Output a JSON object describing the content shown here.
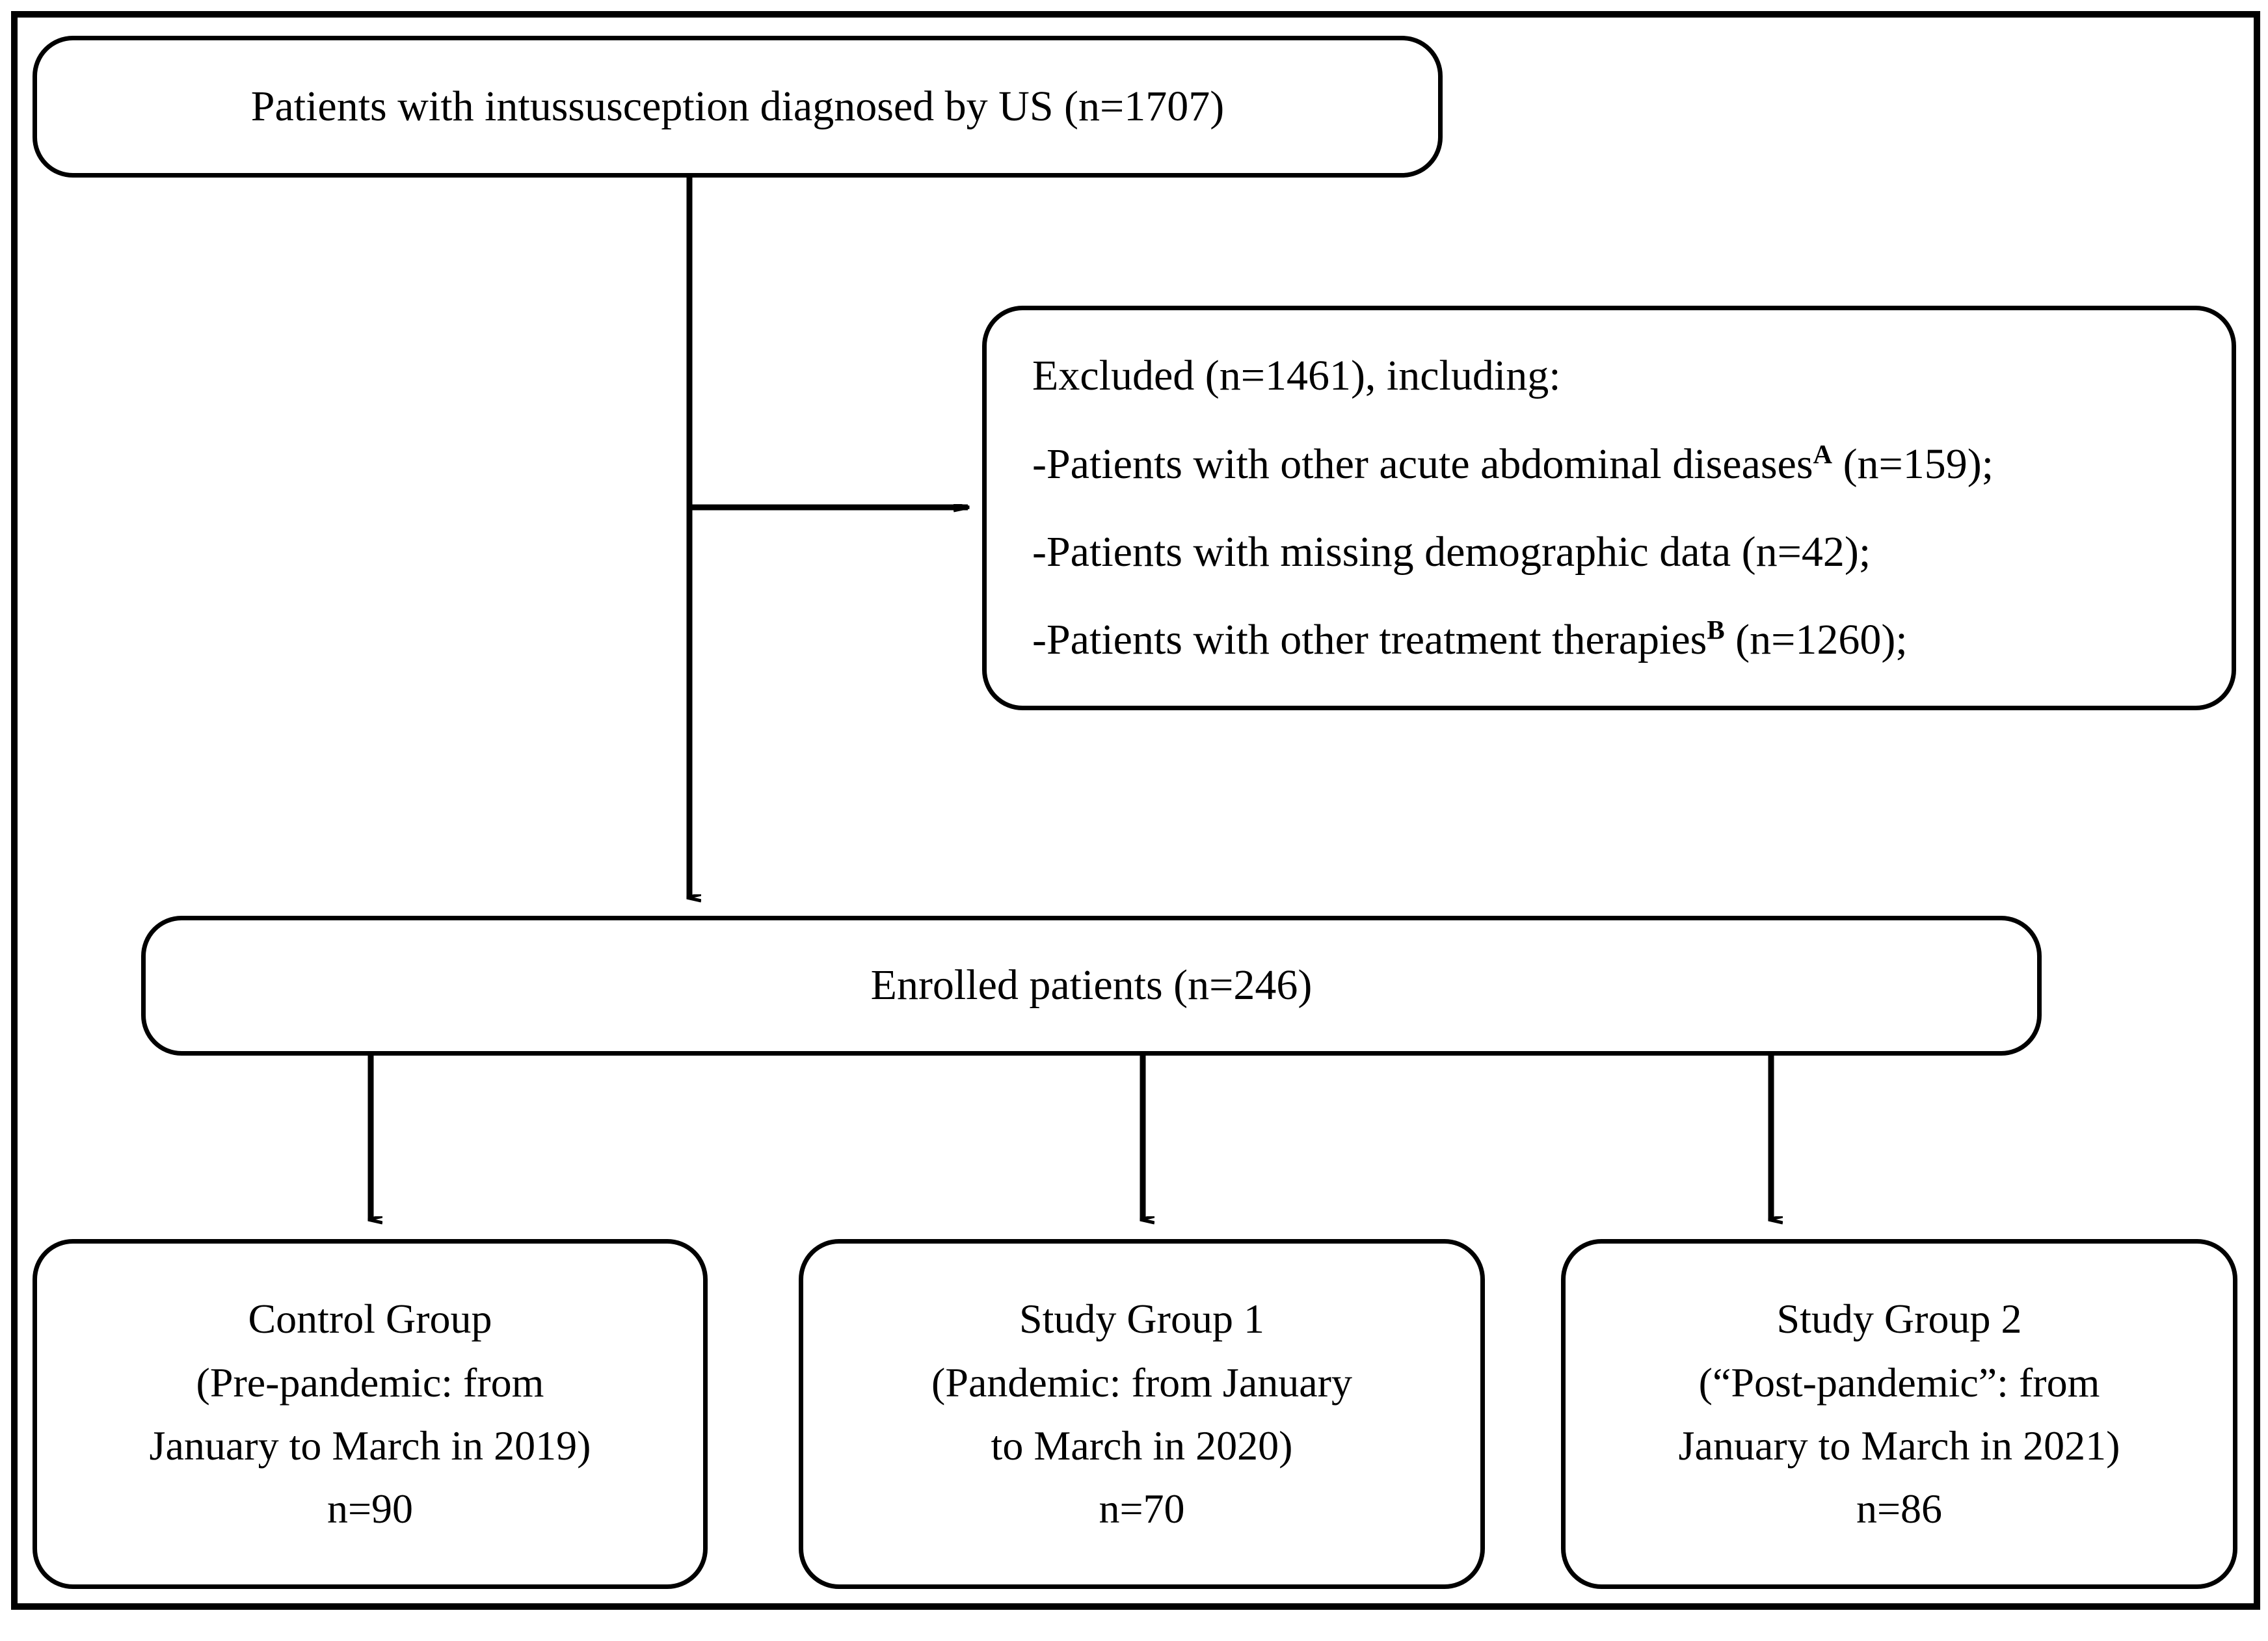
{
  "figure": {
    "type": "flowchart",
    "title": "Patient enrollment flow diagram",
    "frame_color": "#000000",
    "background": "#ffffff"
  },
  "nodes": {
    "screened": {
      "id": "screened",
      "text": "Patients with intussusception diagnosed by US (n=1707)",
      "n": 1707
    },
    "excluded": {
      "id": "excluded",
      "header": "Excluded (n=1461), including:",
      "n": 1461,
      "reasons": [
        {
          "prefix": "-Patients with other acute abdominal diseases",
          "marker": "A",
          "suffix": " (n=159);",
          "n": 159
        },
        {
          "prefix": "-Patients with missing demographic data",
          "marker": "",
          "suffix": " (n=42);",
          "n": 42
        },
        {
          "prefix": "-Patients with other treatment therapies",
          "marker": "B",
          "suffix": " (n=1260);",
          "n": 1260
        }
      ]
    },
    "enrolled": {
      "id": "enrolled",
      "text": "Enrolled patients (n=246)",
      "n": 246
    },
    "control": {
      "id": "control",
      "lines": [
        "Control Group",
        "(Pre-pandemic: from",
        "January to March in 2019)",
        "n=90"
      ],
      "n": 90
    },
    "study1": {
      "id": "study1",
      "lines": [
        "Study Group 1",
        "(Pandemic: from January",
        "to March in 2020)",
        "n=70"
      ],
      "n": 70
    },
    "study2": {
      "id": "study2",
      "lines": [
        "Study Group 2",
        "(“Post-pandemic”: from",
        "January to March in 2021)",
        "n=86"
      ],
      "n": 86
    }
  },
  "edges": [
    {
      "from": "screened",
      "to": "excluded",
      "direction": "right",
      "arrow": true
    },
    {
      "from": "screened",
      "to": "enrolled",
      "direction": "down",
      "arrow": true
    },
    {
      "from": "enrolled",
      "to": "control",
      "direction": "down",
      "arrow": true
    },
    {
      "from": "enrolled",
      "to": "study1",
      "direction": "down",
      "arrow": true
    },
    {
      "from": "enrolled",
      "to": "study2",
      "direction": "down",
      "arrow": true
    }
  ]
}
